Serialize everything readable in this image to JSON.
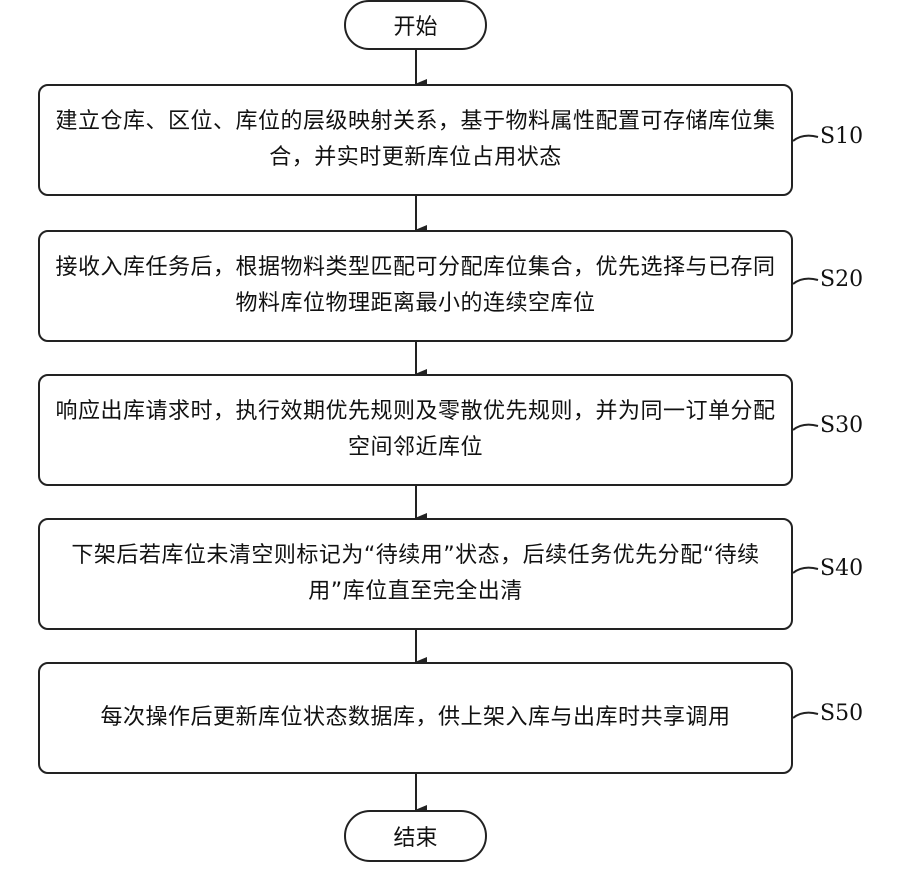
{
  "flowchart": {
    "start": "开始",
    "end": "结束",
    "steps": [
      {
        "text": "建立仓库、区位、库位的层级映射关系，基于物料属性配置可存储库位集合，并实时更新库位占用状态",
        "label": "S10"
      },
      {
        "text": "接收入库任务后，根据物料类型匹配可分配库位集合，优先选择与已存同物料库位物理距离最小的连续空库位",
        "label": "S20"
      },
      {
        "text": "响应出库请求时，执行效期优先规则及零散优先规则，并为同一订单分配空间邻近库位",
        "label": "S30"
      },
      {
        "text": "下架后若库位未清空则标记为“待续用”状态，后续任务优先分配“待续用”库位直至完全出清",
        "label": "S40"
      },
      {
        "text": "每次操作后更新库位状态数据库，供上架入库与出库时共享调用",
        "label": "S50"
      }
    ]
  }
}
